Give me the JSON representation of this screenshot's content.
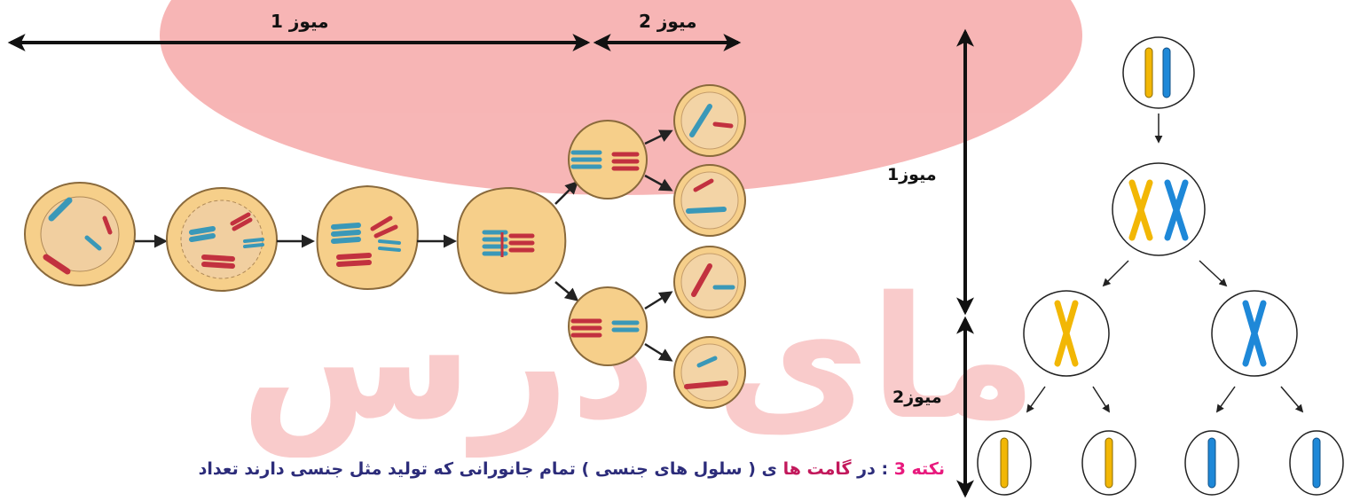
{
  "labels": {
    "top_meiosis1": "میوز 1",
    "top_meiosis2": "میوز 2",
    "side_meiosis1": "میوز1",
    "side_meiosis2": "میوز2"
  },
  "note": {
    "prefix": "نکته 3",
    "colon": " : ",
    "part1": "در ",
    "highlight": "گامت ها",
    "part2": " ی ( سلول های جنسی ) تمام جانورانی که تولید مثل جنسی دارند تعداد"
  },
  "watermark": {
    "text": "مای درس"
  },
  "colors": {
    "cell_fill": "#f6cf8a",
    "cell_stroke": "#8a6a3c",
    "chromosome_red": "#c2313f",
    "chromosome_teal": "#3a98b8",
    "chromosome_yellow": "#f2b705",
    "chromosome_blue": "#1e88d8",
    "watermark": "#f4b6b6"
  }
}
